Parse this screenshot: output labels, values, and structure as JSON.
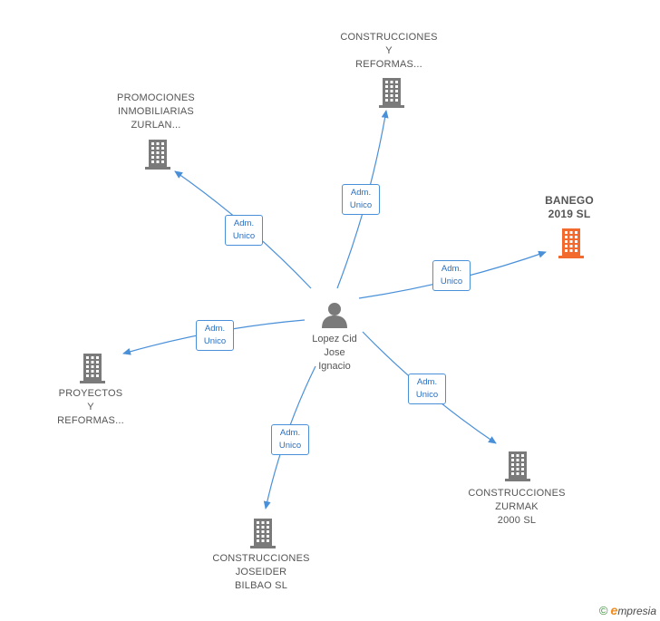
{
  "center": {
    "name_lines": [
      "Lopez Cid",
      "Jose",
      "Ignacio"
    ]
  },
  "companies": [
    {
      "id": "construcciones-y-reformas",
      "lines": [
        "CONSTRUCCIONES",
        "Y",
        "REFORMAS..."
      ],
      "highlight": false
    },
    {
      "id": "promociones-inmobiliarias-zurlan",
      "lines": [
        "PROMOCIONES",
        "INMOBILIARIAS",
        "ZURLAN..."
      ],
      "highlight": false
    },
    {
      "id": "banego-2019-sl",
      "lines": [
        "BANEGO",
        "2019  SL"
      ],
      "highlight": true
    },
    {
      "id": "proyectos-y-reformas",
      "lines": [
        "PROYECTOS",
        "Y",
        "REFORMAS..."
      ],
      "highlight": false
    },
    {
      "id": "construcciones-zurmak-2000-sl",
      "lines": [
        "CONSTRUCCIONES",
        "ZURMAK",
        "2000 SL"
      ],
      "highlight": false
    },
    {
      "id": "construcciones-joseider-bilbao-sl",
      "lines": [
        "CONSTRUCCIONES",
        "JOSEIDER",
        "BILBAO SL"
      ],
      "highlight": false
    }
  ],
  "edges": [
    {
      "to": "construcciones-y-reformas",
      "label_lines": [
        "Adm.",
        "Unico"
      ]
    },
    {
      "to": "promociones-inmobiliarias-zurlan",
      "label_lines": [
        "Adm.",
        "Unico"
      ]
    },
    {
      "to": "banego-2019-sl",
      "label_lines": [
        "Adm.",
        "Unico"
      ]
    },
    {
      "to": "proyectos-y-reformas",
      "label_lines": [
        "Adm.",
        "Unico"
      ]
    },
    {
      "to": "construcciones-zurmak-2000-sl",
      "label_lines": [
        "Adm.",
        "Unico"
      ]
    },
    {
      "to": "construcciones-joseider-bilbao-sl",
      "label_lines": [
        "Adm.",
        "Unico"
      ]
    }
  ],
  "colors": {
    "edge": "#4a90d9",
    "building": "#7a7a7a",
    "building_highlight": "#f26a2e",
    "person": "#7a7a7a"
  },
  "icons": {
    "company": "building-icon",
    "person": "person-icon",
    "copyright": "copyright-icon"
  },
  "brand": {
    "symbol": "©",
    "initial": "e",
    "rest": "mpresia"
  }
}
